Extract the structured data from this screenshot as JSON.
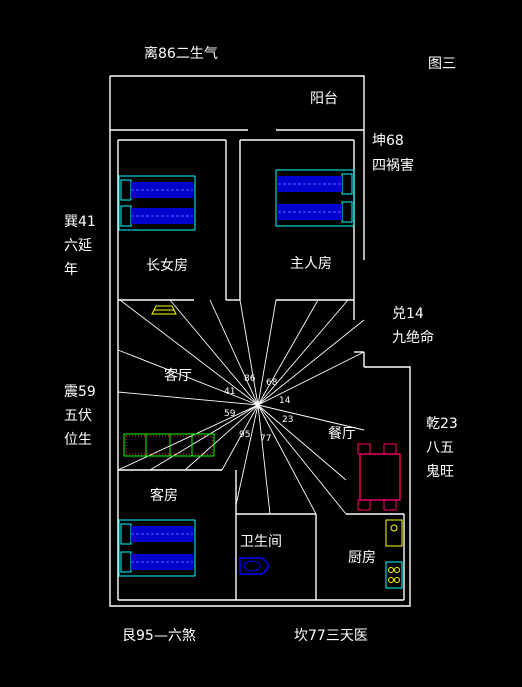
{
  "figure_label": "图三",
  "directions": {
    "li": "离86二生气",
    "kun_1": "坤68",
    "kun_2": "四祸害",
    "xun_1": "巽41",
    "xun_2": "六延",
    "xun_3": "年",
    "dui_1": "兑14",
    "dui_2": "九绝命",
    "zhen_1": "震59",
    "zhen_2": "五伏",
    "zhen_3": "位生",
    "qian_1": "乾23",
    "qian_2": "八五",
    "qian_3": "鬼旺",
    "gen": "艮95—六煞",
    "kan": "坎77三天医"
  },
  "rooms": {
    "balcony": "阳台",
    "eldest_daughter_room": "长女房",
    "master_room": "主人房",
    "living_room": "客厅",
    "dining_room": "餐厅",
    "guest_room": "客房",
    "bathroom": "卫生间",
    "kitchen": "厨房"
  },
  "sector_numbers": {
    "n86": "86",
    "n68": "68",
    "n41": "41",
    "n14": "14",
    "n59": "59",
    "n23": "23",
    "n95": "95",
    "n77": "77"
  },
  "colors": {
    "background": "#000000",
    "walls": "#ffffff",
    "bed": "#0000ff",
    "furniture_outline": "#00ffff",
    "sofa": "#00ff00",
    "dining_table": "#ff0066",
    "lamp": "#ffff00"
  }
}
